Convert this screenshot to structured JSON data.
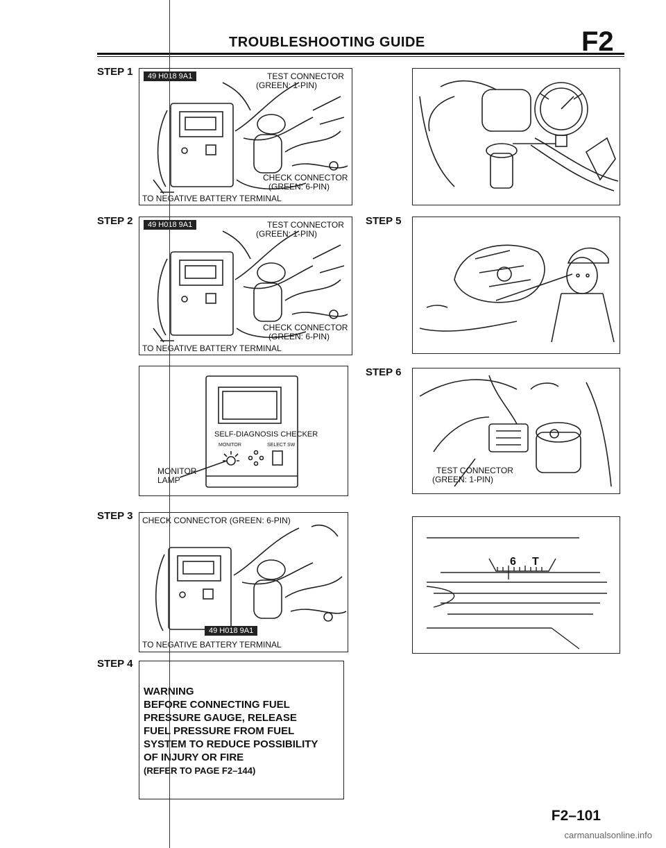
{
  "header": {
    "title": "TROUBLESHOOTING GUIDE",
    "section": "F2"
  },
  "steps": {
    "s1": "STEP 1",
    "s2": "STEP 2",
    "s3": "STEP 3",
    "s4": "STEP 4",
    "s5": "STEP 5",
    "s6": "STEP 6"
  },
  "labels": {
    "tool_id": "49 H018 9A1",
    "test_connector": "TEST CONNECTOR",
    "test_connector_color": "(GREEN: 1-PIN)",
    "check_connector": "CHECK CONNECTOR",
    "check_connector_color": "(GREEN: 6-PIN)",
    "to_negative": "TO NEGATIVE BATTERY TERMINAL",
    "check_connector_full": "CHECK CONNECTOR (GREEN: 6-PIN)",
    "monitor": "MONITOR",
    "lamp": "LAMP",
    "checker_name": "SELF-DIAGNOSIS CHECKER",
    "monitor_small": "MONITOR",
    "select_sw": "SELECT SW",
    "gauge_num": "6",
    "gauge_t": "T"
  },
  "warning": {
    "title": "WARNING",
    "lines": [
      "BEFORE CONNECTING FUEL",
      "PRESSURE GAUGE, RELEASE",
      "FUEL PRESSURE FROM FUEL",
      "SYSTEM TO REDUCE POSSIBILITY",
      "OF INJURY OR FIRE",
      "(REFER TO PAGE F2–144)"
    ]
  },
  "page_number": "F2–101",
  "watermark": "carmanualsonline.info"
}
